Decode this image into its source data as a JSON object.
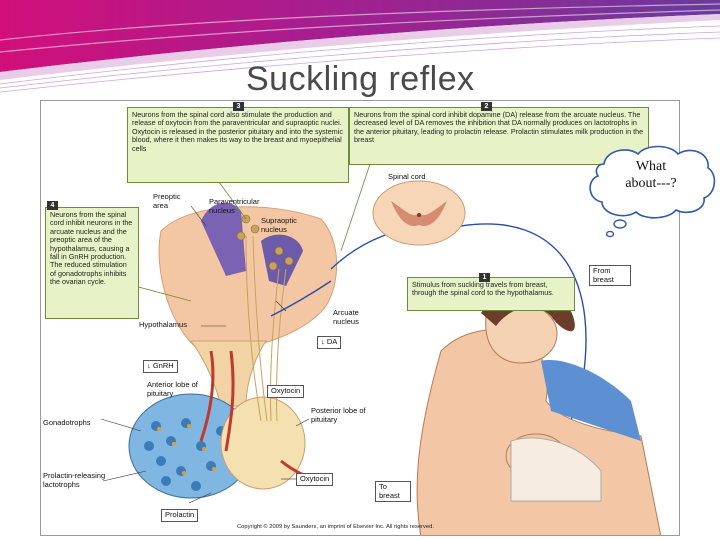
{
  "slide": {
    "title": "Suckling reflex"
  },
  "thought_bubble": {
    "line1": "What",
    "line2": "about---?"
  },
  "figure": {
    "callouts": {
      "c1": {
        "step": "1",
        "text": "Stimulus from suckling travels from breast, through the spinal cord to the hypothalamus."
      },
      "c2": {
        "step": "2",
        "text": "Neurons from the spinal cord inhibit dopamine (DA) release from the arcuate nucleus. The decreased level of DA removes the inhibition that DA normally produces on lactotrophs in the anterior pituitary, leading to prolactin release. Prolactin stimulates milk production in the breast"
      },
      "c3": {
        "step": "3",
        "text": "Neurons from the spinal cord also stimulate the production and release of oxytocin from the paraventricular and supraoptic nuclei. Oxytocin is released in the posterior pituitary and into the systemic blood, where it then makes its way to the breast and myoepithelial cells"
      },
      "c4": {
        "step": "4",
        "text": "Neurons from the spinal cord inhibit neurons in the arcuate nucleus and the preoptic area of the hypothalamus, causing a fall in GnRH production. The reduced stimulation of gonadotrophs inhibits the ovarian cycle."
      }
    },
    "labels": {
      "preoptic": "Preoptic area",
      "paraventricular": "Paraventricular nucleus",
      "supraoptic": "Supraoptic nucleus",
      "spinal_cord": "Spinal cord",
      "from_breast": "From breast",
      "hypothalamus": "Hypothalamus",
      "arcuate": "Arcuate nucleus",
      "da": "↓ DA",
      "gnrh": "↓ GnRH",
      "anterior": "Anterior lobe of pituitary",
      "oxytocin_upper": "Oxytocin",
      "posterior": "Posterior lobe of pituitary",
      "gonadotrophs": "Gonadotrophs",
      "prl_lactotrophs": "Prolactin-releasing lactotrophs",
      "oxytocin_lower": "Oxytocin",
      "to_breast": "To breast",
      "prolactin": "Prolactin"
    },
    "copyright": "Copyright © 2009 by Saunders, an imprint of Elsevier Inc. All rights reserved."
  },
  "colors": {
    "callout_fill": "#e7f2c7",
    "nerve_blue": "#2a4fa8",
    "hypothalamus_peach": "#f4c7a4",
    "neuron_purple": "#7b62b3",
    "vessel_red": "#c0392b",
    "anterior_blue": "#5fa0d6"
  }
}
